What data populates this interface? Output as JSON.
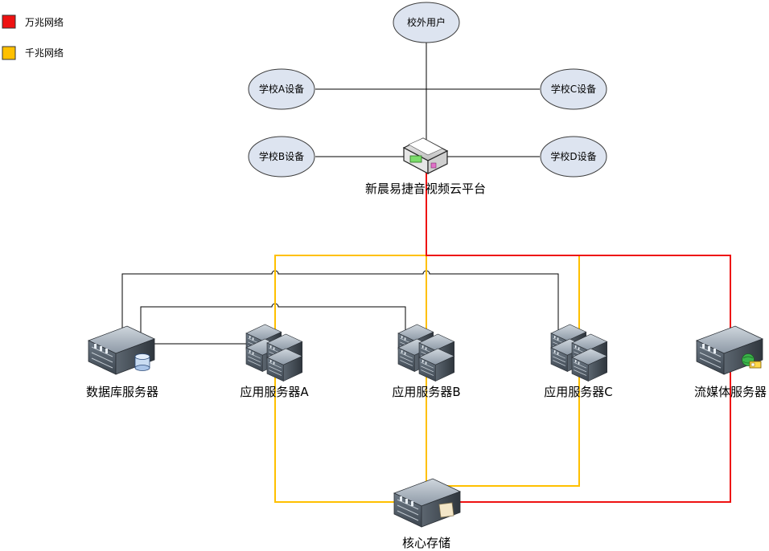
{
  "legend": {
    "items": [
      {
        "label": "万兆网络",
        "color": "#ee1111"
      },
      {
        "label": "千兆网络",
        "color": "#ffc000"
      }
    ]
  },
  "colors": {
    "ten_gig": "#ee1111",
    "gig": "#ffc000",
    "lan": "#000000",
    "ellipse_fill": "#dde4f0",
    "ellipse_stroke": "#3c3c3c"
  },
  "endpoints": {
    "external_user": "校外用户",
    "school_a": "学校A设备",
    "school_b": "学校B设备",
    "school_c": "学校C设备",
    "school_d": "学校D设备"
  },
  "platform": {
    "label": "新晨易捷音视频云平台",
    "icon": "router-icon"
  },
  "servers": {
    "database": {
      "label": "数据库服务器",
      "icon": "database-server-icon"
    },
    "app_a": {
      "label": "应用服务器A",
      "icon": "server-stack-icon"
    },
    "app_b": {
      "label": "应用服务器B",
      "icon": "server-stack-icon"
    },
    "app_c": {
      "label": "应用服务器C",
      "icon": "server-stack-icon"
    },
    "streaming": {
      "label": "流媒体服务器",
      "icon": "media-server-icon"
    },
    "storage": {
      "label": "核心存储",
      "icon": "storage-server-icon"
    }
  }
}
